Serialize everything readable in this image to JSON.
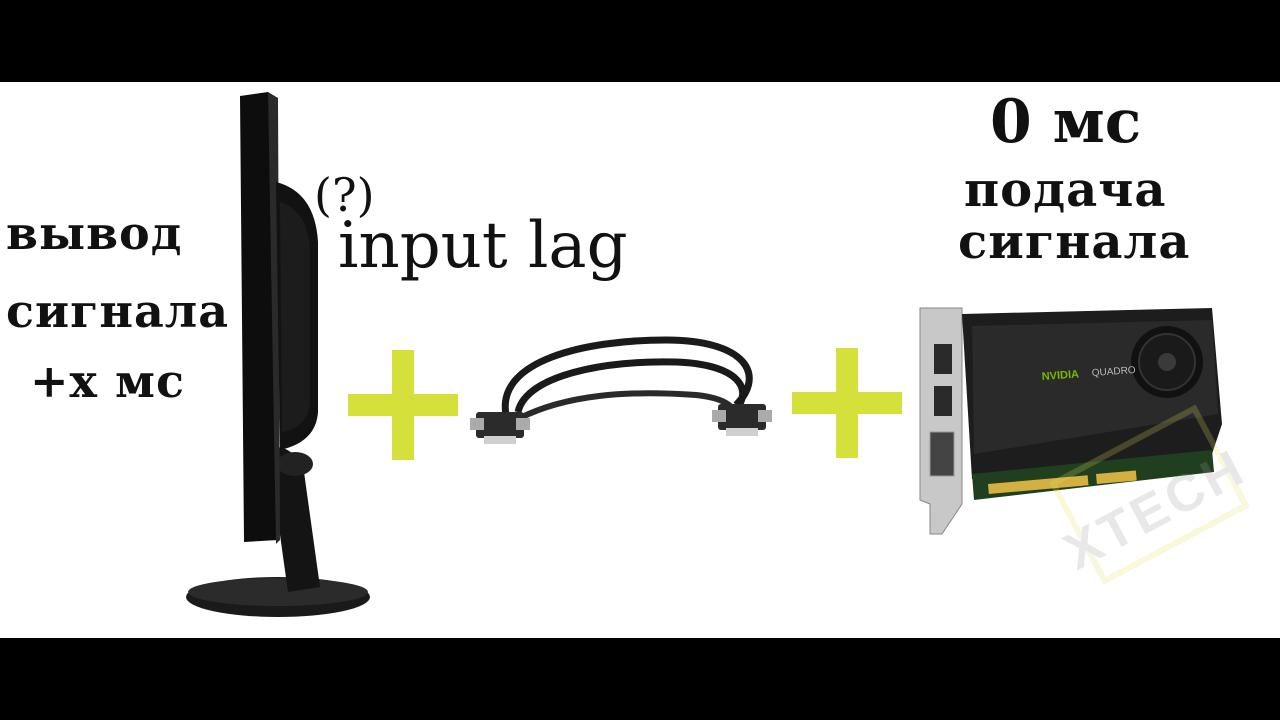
{
  "left_text": {
    "line1": "вывод",
    "line2": "сигнала",
    "line3": "+х мс"
  },
  "middle_text": {
    "question": "(?)",
    "lag": "input lag"
  },
  "right_text": {
    "line1": "0 мс",
    "line2": "подача",
    "line3": "сигнала"
  },
  "gpu_labels": {
    "brand": "NVIDIA",
    "model": "QUADRO"
  },
  "watermark": "XTECH",
  "colors": {
    "plus": "#d6e03a",
    "border": "#000000",
    "background": "#ffffff"
  },
  "icons": {
    "monitor": "monitor-icon",
    "cable": "dvi-cable-icon",
    "gpu": "graphics-card-icon",
    "plus": "plus-icon"
  }
}
